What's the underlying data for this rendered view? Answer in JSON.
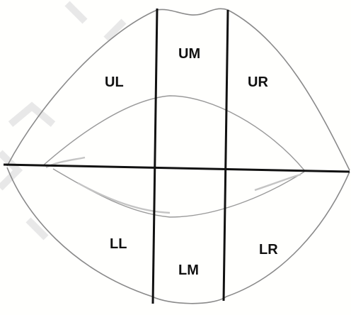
{
  "regions": {
    "upper_left": "UL",
    "upper_middle": "UM",
    "upper_right": "UR",
    "lower_left": "LL",
    "lower_middle": "LM",
    "lower_right": "LR"
  }
}
